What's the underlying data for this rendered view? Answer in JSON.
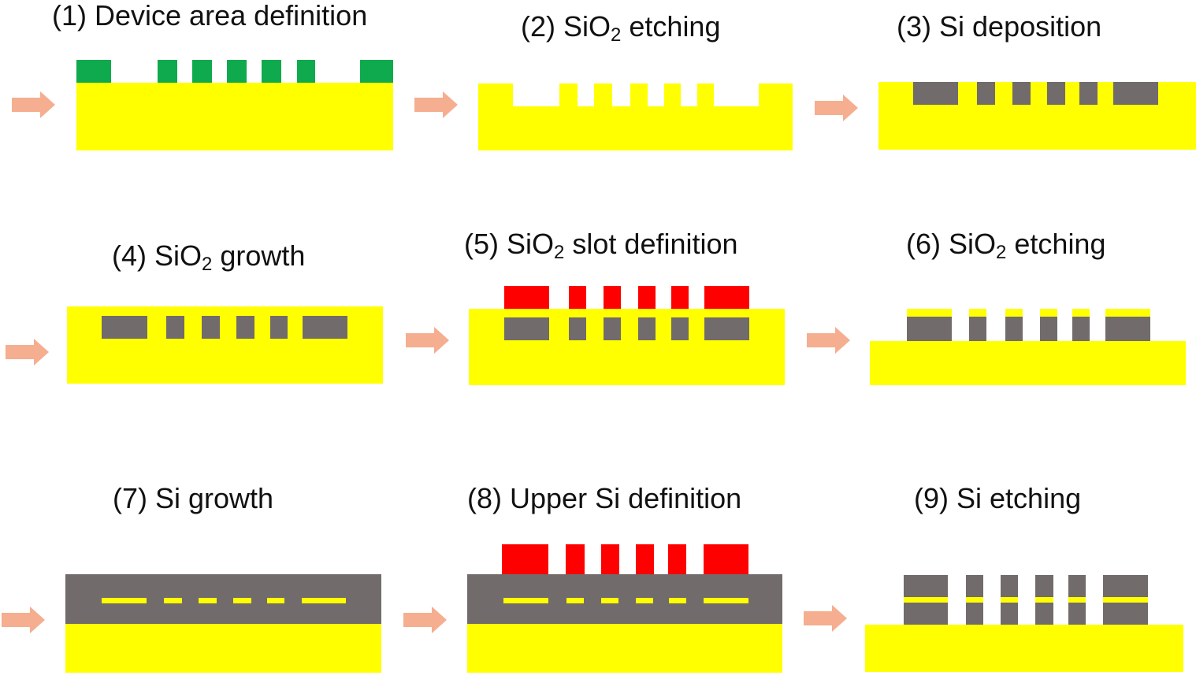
{
  "colors": {
    "oxide": "#ffff00",
    "silicon": "#726b6b",
    "mask_green": "#0faa4d",
    "resist_red": "#ff0000",
    "arrow": "#f5ae8f",
    "text": "#111111"
  },
  "steps": [
    {
      "number": "(1)",
      "label": "Device area definition"
    },
    {
      "number": "(2)",
      "label": "SiO",
      "subscript": "2",
      "suffix": " etching"
    },
    {
      "number": "(3)",
      "label": "Si deposition"
    },
    {
      "number": "(4)",
      "label": "SiO",
      "subscript": "2",
      "suffix": " growth"
    },
    {
      "number": "(5)",
      "label": "SiO",
      "subscript": "2",
      "suffix": " slot definition"
    },
    {
      "number": "(6)",
      "label": "SiO",
      "subscript": "2",
      "suffix": " etching"
    },
    {
      "number": "(7)",
      "label": "Si growth"
    },
    {
      "number": "(8)",
      "label": "Upper Si definition"
    },
    {
      "number": "(9)",
      "label": "Si etching"
    }
  ]
}
